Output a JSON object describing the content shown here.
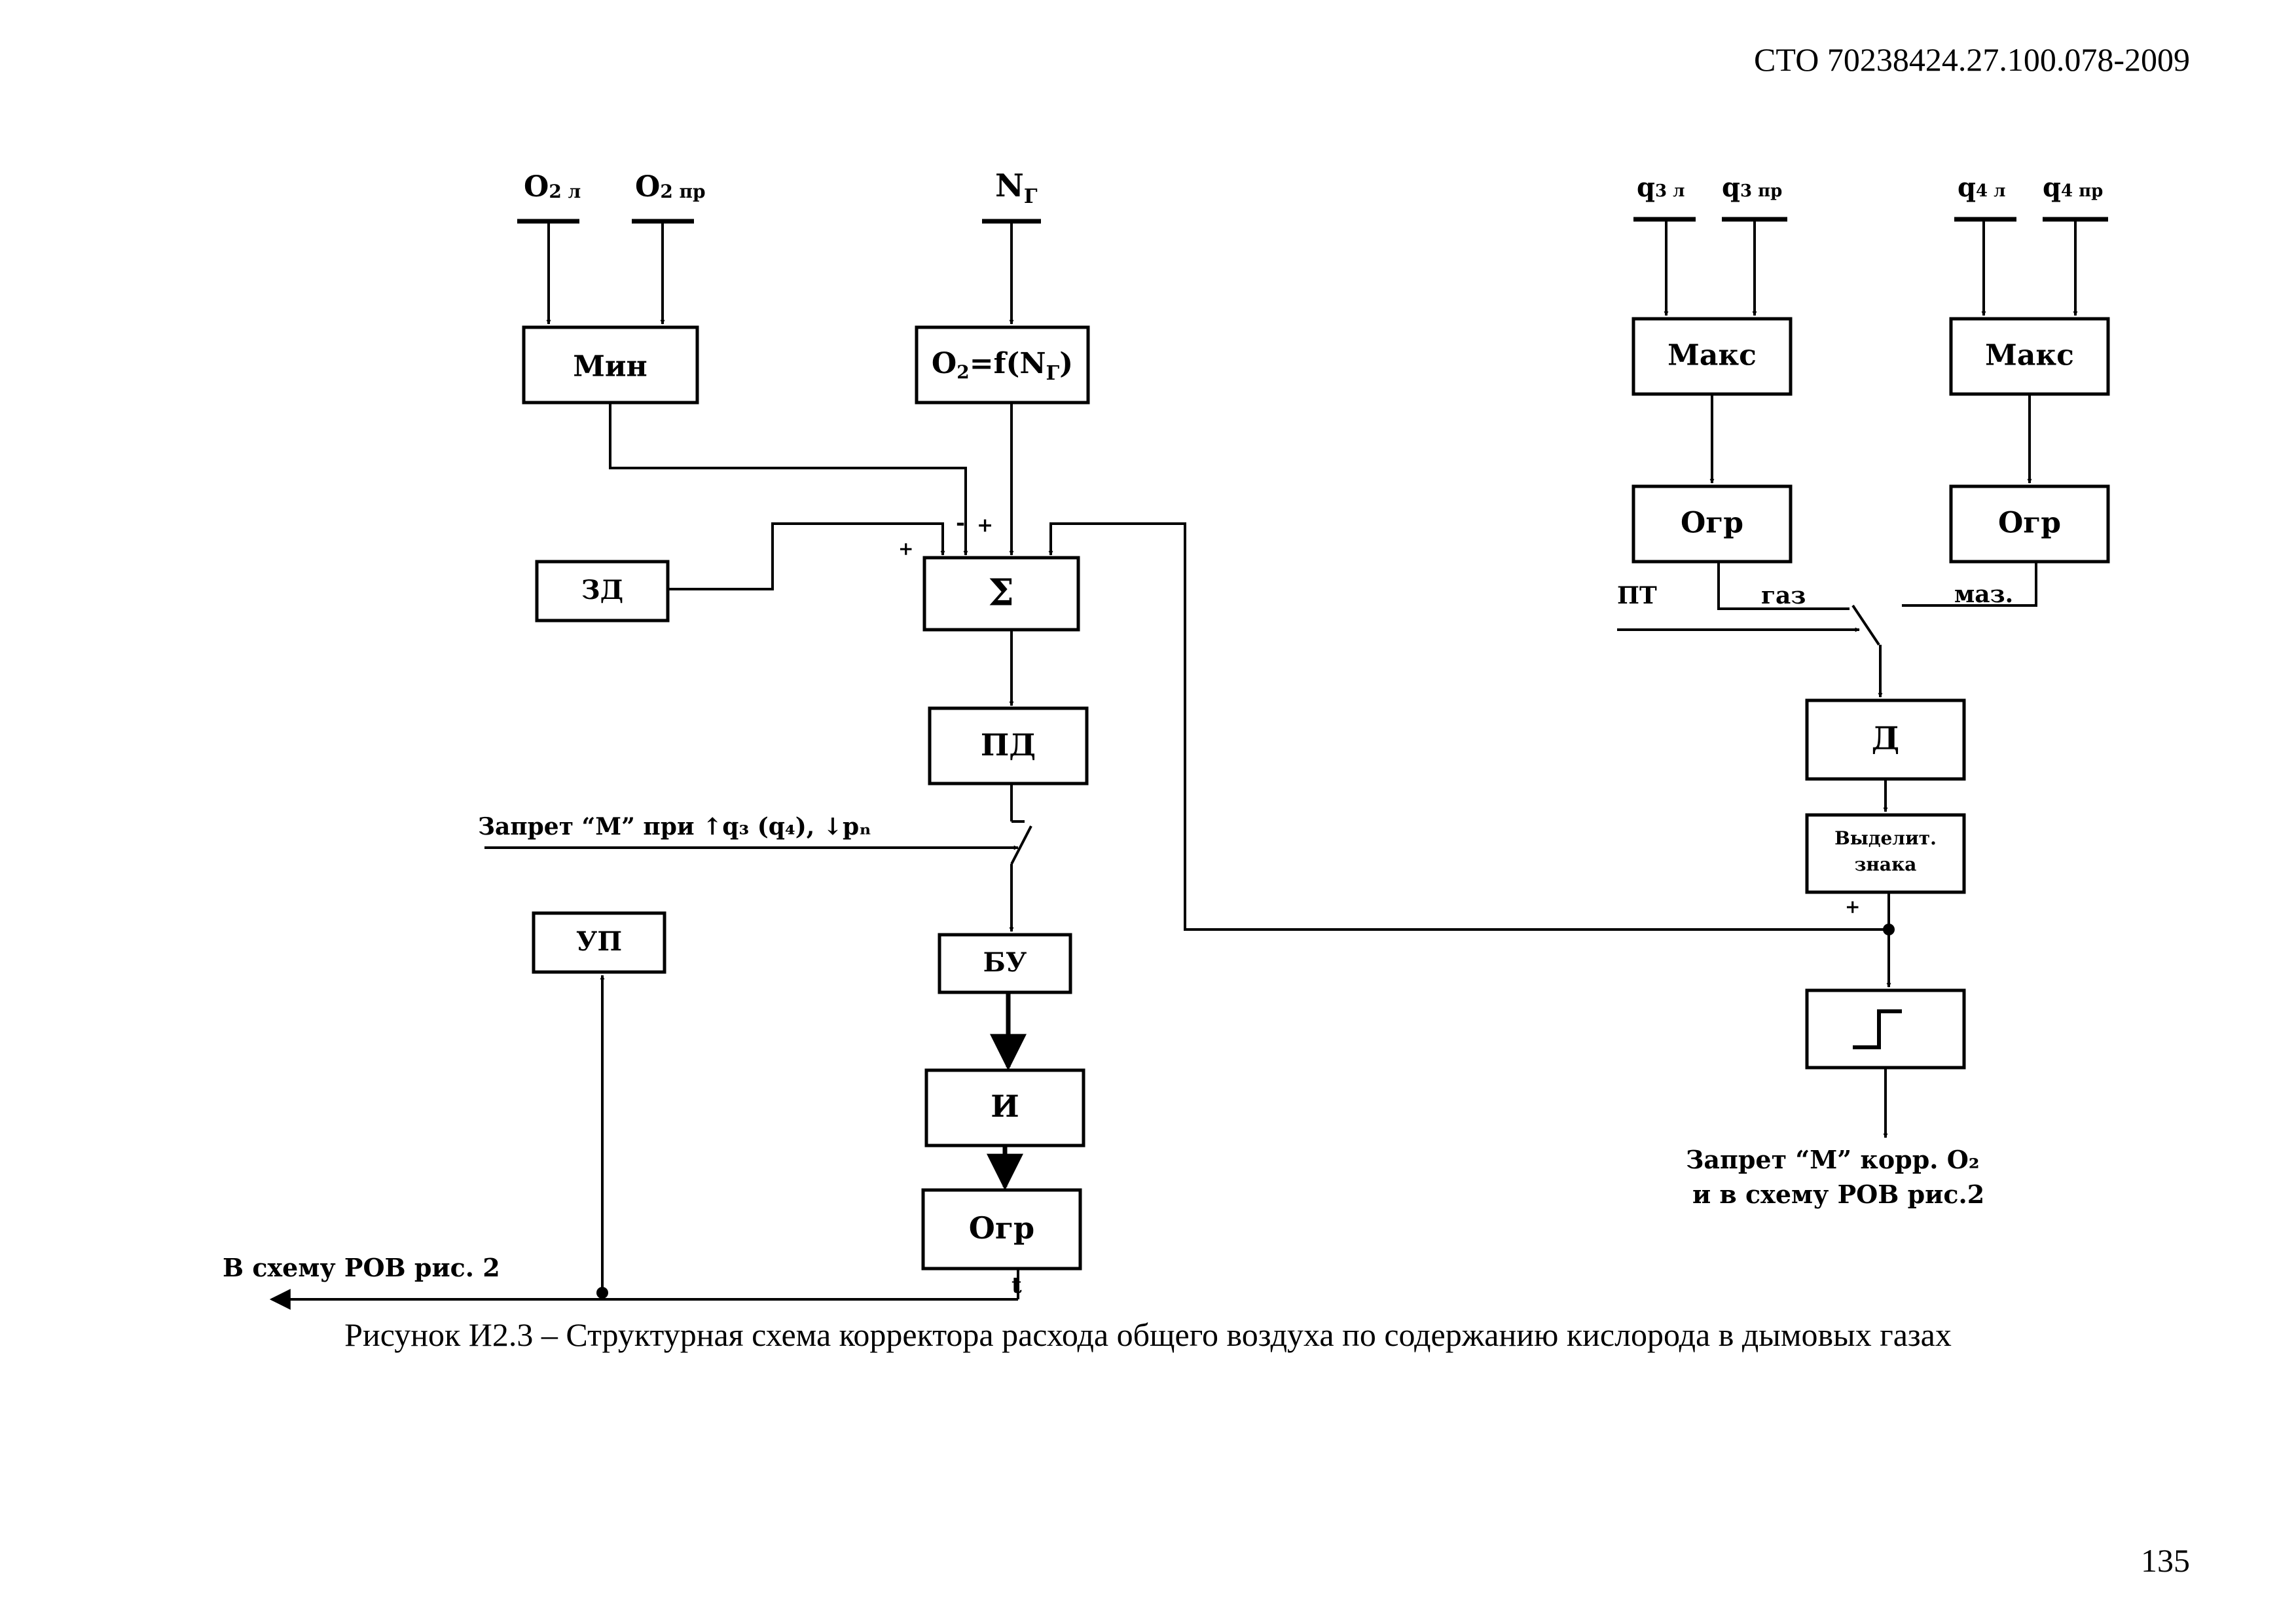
{
  "doc_code": "СТО 70238424.27.100.078-2009",
  "page_number": "135",
  "caption": "Рисунок И2.3 – Структурная схема корректора расхода общего воздуха по содержанию кислорода в дымовых газах",
  "diagram": {
    "inputs": {
      "o2_left_main": "O",
      "o2_left_sub": "2 л",
      "o2_right_main": "O",
      "o2_right_sub": "2 пр",
      "ng_main": "N",
      "ng_sub": "Г",
      "q3_left_main": "q",
      "q3_left_sub": "3 л",
      "q3_right_main": "q",
      "q3_right_sub": "3 пр",
      "q4_left_main": "q",
      "q4_left_sub": "4 л",
      "q4_right_main": "q",
      "q4_right_sub": "4 пр"
    },
    "blocks": {
      "min": "Мин",
      "func_a": "O",
      "func_b": "2",
      "func_c": "=f(N",
      "func_d": "Г",
      "func_e": ")",
      "zd": "ЗД",
      "sum": "Σ",
      "pd": "ПД",
      "bu": "БУ",
      "i": "И",
      "ogr_bottom": "Огр",
      "up": "УП",
      "max_left": "Макс",
      "max_right": "Макс",
      "ogr_left": "Огр",
      "ogr_right": "Огр",
      "d": "Д",
      "sign_line1": "Выделит.",
      "sign_line2": "знака"
    },
    "signs": {
      "minus": "-",
      "plus": "+"
    },
    "labels": {
      "ban_m": "Запрет “М” при ↑q₃ (q₄), ↓pₙ",
      "pt": "ПТ",
      "gas": "газ",
      "maz": "маз.",
      "t": "t",
      "to_rov": "В схему РОВ  рис. 2",
      "out_line1": "Запрет “М” корр. O₂",
      "out_line2": "и в схему РОВ рис.2"
    }
  }
}
